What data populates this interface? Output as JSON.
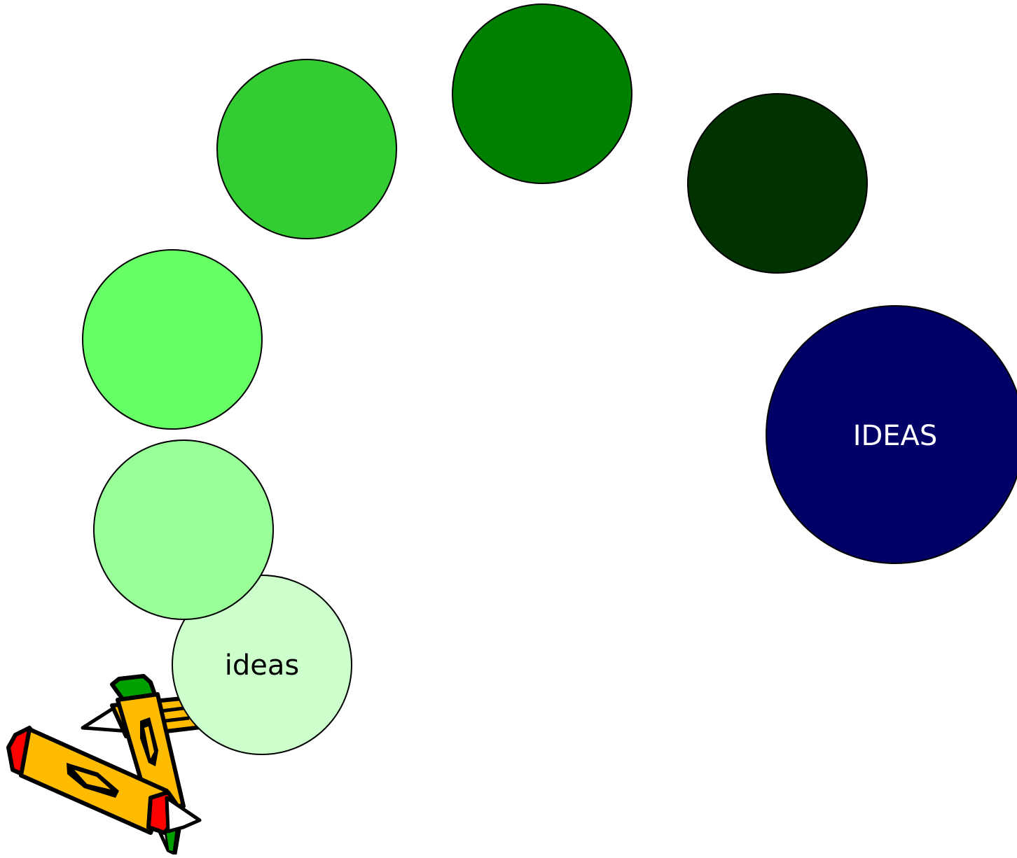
{
  "diagram": {
    "circles": [
      {
        "name": "circle-small-ideas",
        "label": "ideas",
        "fill": "#CCFFCC",
        "text_color": "#000000"
      },
      {
        "name": "circle-pale-green",
        "label": "",
        "fill": "#99FF99",
        "text_color": "#000000"
      },
      {
        "name": "circle-light-green",
        "label": "",
        "fill": "#66FF66",
        "text_color": "#000000"
      },
      {
        "name": "circle-medium-green",
        "label": "",
        "fill": "#33CC33",
        "text_color": "#000000"
      },
      {
        "name": "circle-green",
        "label": "",
        "fill": "#008000",
        "text_color": "#000000"
      },
      {
        "name": "circle-dark-green",
        "label": "",
        "fill": "#003300",
        "text_color": "#000000"
      },
      {
        "name": "circle-big-ideas",
        "label": "IDEAS",
        "fill": "#000066",
        "text_color": "#FFFFFF"
      }
    ],
    "clipart": "crossed-pencils-icon",
    "colors": {
      "pencil_body": "#FFBB00",
      "pencil_tip_red": "#FF0000",
      "pencil_tip_green": "#00A000",
      "outline": "#000000"
    }
  }
}
